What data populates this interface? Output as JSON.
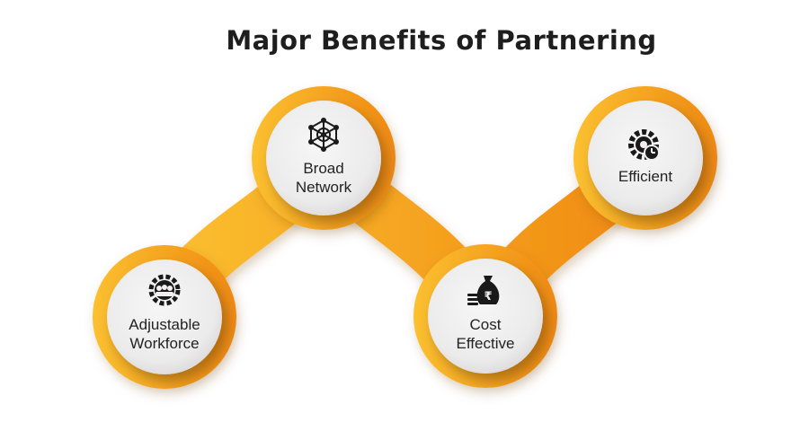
{
  "title": "Major Benefits of Partnering",
  "colors": {
    "orange_light": "#fbbd28",
    "orange_dark": "#f08a12",
    "disc_face": "#f1eff0",
    "text": "#222222",
    "icon": "#1a1a1a"
  },
  "benefits": [
    {
      "line1": "Adjustable",
      "line2": "Workforce",
      "icon": "workforce-gear-people-icon"
    },
    {
      "line1": "Broad",
      "line2": "Network",
      "icon": "network-globe-icon"
    },
    {
      "line1": "Cost",
      "line2": "Effective",
      "icon": "money-bag-rupee-coins-icon"
    },
    {
      "line1": "Efficient",
      "line2": "",
      "icon": "gear-clock-icon"
    }
  ]
}
